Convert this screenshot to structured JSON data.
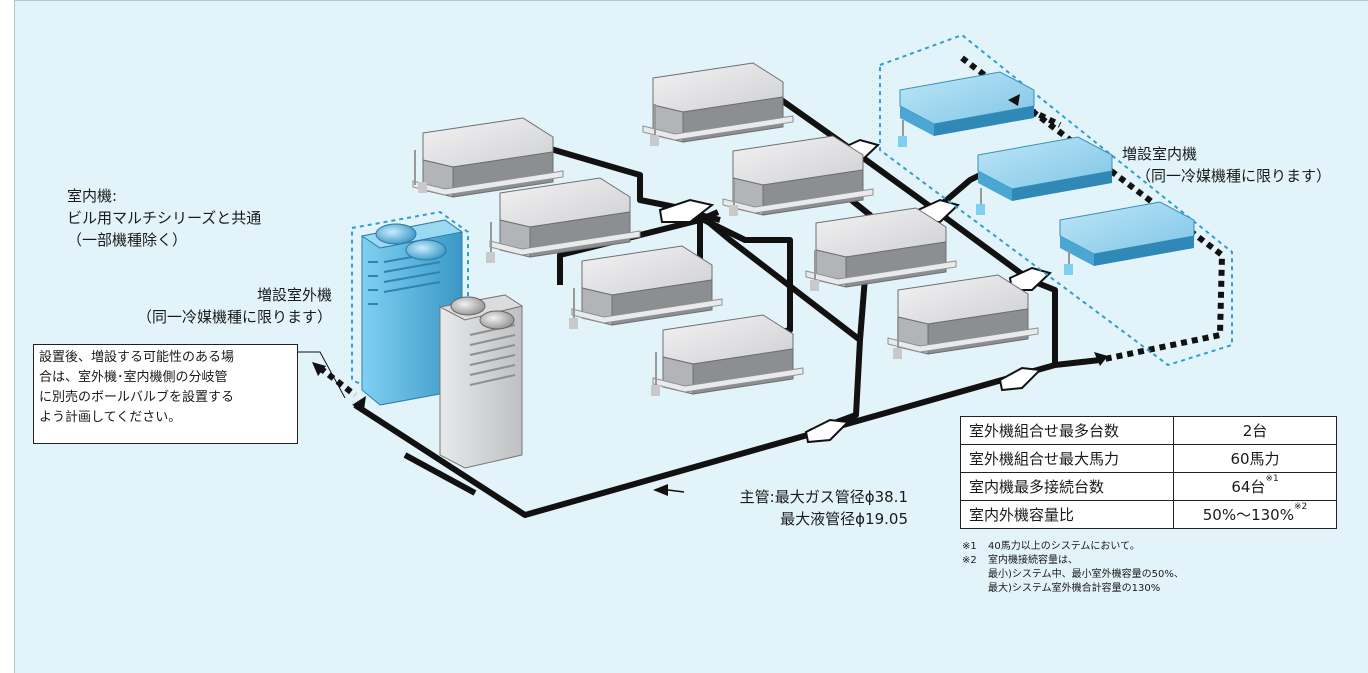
{
  "labels": {
    "indoor_unit": [
      "室内機:",
      "ビル用マルチシリーズと共通",
      "（一部機種除く）"
    ],
    "additional_outdoor": [
      "増設室外機",
      "（同一冷媒機種に限ります）"
    ],
    "additional_indoor": [
      "増設室内機",
      "（同一冷媒機種に限ります）"
    ],
    "main_pipe": [
      "主管:最大ガス管径ϕ38.1",
      "最大液管径ϕ19.05"
    ]
  },
  "note": [
    "設置後、増設する可能性のある場",
    "合は、室外機･室内機側の分岐管",
    "に別売のボールバルブを設置する",
    "よう計画してください。"
  ],
  "spec_table": [
    {
      "label": "室外機組合せ最多台数",
      "value": "2台",
      "sup": ""
    },
    {
      "label": "室外機組合せ最大馬力",
      "value": "60馬力",
      "sup": ""
    },
    {
      "label": "室内機最多接続台数",
      "value": "64台",
      "sup": "※1"
    },
    {
      "label": "室内外機容量比",
      "value": "50%〜130%",
      "sup": "※2"
    }
  ],
  "footnotes": {
    "n1_mark": "※1",
    "n1_text": "40馬力以上のシステムにおいて。",
    "n2_mark": "※2",
    "n2_text": "室内機接続容量は、",
    "n2_line2": "最小)システム中、最小室外機容量の50%、",
    "n2_line3": "最大)システム室外機合計容量の130%"
  },
  "colors": {
    "background": "#e3f3fa",
    "unit_gray": "#d7d8da",
    "unit_blue": "#8fd0ee",
    "dotted_outline": "#2f9ed3",
    "pipe": "#111111"
  }
}
